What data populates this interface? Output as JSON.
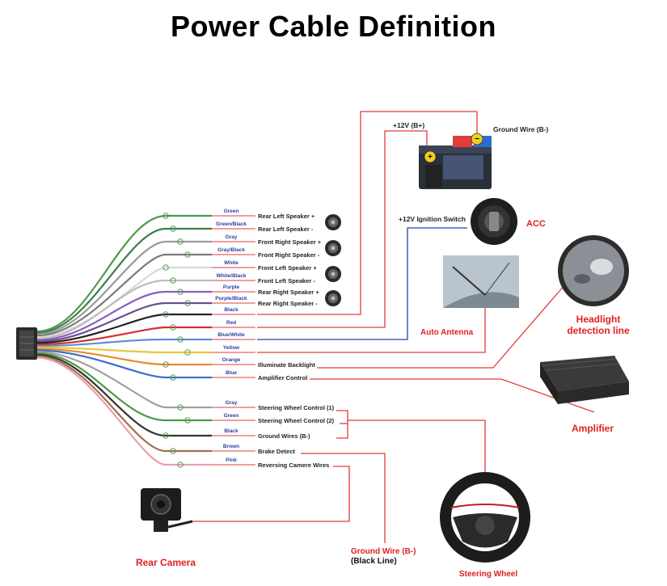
{
  "title": "Power Cable Definition",
  "wires": [
    {
      "name": "Green",
      "func": "Rear Left Speaker +",
      "color": "#4a9a4a",
      "label_color": "#2b3fa0"
    },
    {
      "name": "Green/Black",
      "func": "Rear Left Speaker -",
      "color": "#3f7f4a",
      "label_color": "#2b3fa0"
    },
    {
      "name": "Gray",
      "func": "Front Right Speaker +",
      "color": "#9a9a9a",
      "label_color": "#2b3fa0"
    },
    {
      "name": "Gray/Black",
      "func": "Front Right Speaker -",
      "color": "#7a7a7a",
      "label_color": "#2b3fa0"
    },
    {
      "name": "White",
      "func": "Front Left Speaker +",
      "color": "#d8d8d8",
      "label_color": "#2b3fa0"
    },
    {
      "name": "White/Black",
      "func": "Front Left Speaker -",
      "color": "#bdbdbd",
      "label_color": "#2b3fa0"
    },
    {
      "name": "Purple",
      "func": "Rear Right Speaker +",
      "color": "#8a5cc0",
      "label_color": "#2b3fa0"
    },
    {
      "name": "Purple/Black",
      "func": "Rear Right Speaker -",
      "color": "#6c4f8f",
      "label_color": "#2b3fa0"
    },
    {
      "name": "Black",
      "func": "",
      "color": "#222222",
      "label_color": "#2b3fa0"
    },
    {
      "name": "Red",
      "func": "",
      "color": "#d82c2c",
      "label_color": "#2b3fa0"
    },
    {
      "name": "Blue/White",
      "func": "",
      "color": "#5a8fd0",
      "label_color": "#2b3fa0"
    },
    {
      "name": "Yellow",
      "func": "",
      "color": "#e8c83a",
      "label_color": "#2b3fa0"
    },
    {
      "name": "Orange",
      "func": "Illuminate Backlight",
      "color": "#e88a30",
      "label_color": "#2b3fa0"
    },
    {
      "name": "Blue",
      "func": "Amplifier Control",
      "color": "#3a6fd0",
      "label_color": "#2b3fa0"
    },
    {
      "name": "Gray",
      "func": "Steering Wheel Control (1)",
      "color": "#a0a0a0",
      "label_color": "#2b3fa0"
    },
    {
      "name": "Green",
      "func": "Steering Wheel Control (2)",
      "color": "#4a9a4a",
      "label_color": "#2b3fa0"
    },
    {
      "name": "Black",
      "func": "Ground Wires (B-)",
      "color": "#333333",
      "label_color": "#2b3fa0"
    },
    {
      "name": "Brown",
      "func": "Brake Detect",
      "color": "#a07050",
      "label_color": "#2b3fa0"
    },
    {
      "name": "Pink",
      "func": "Reversing Camere Wires",
      "color": "#e8a0b0",
      "label_color": "#2b3fa0"
    }
  ],
  "labels": {
    "b_plus": "+12V  (B+)",
    "ground_wire": "Ground Wire (B-)",
    "ignition": "+12V  Ignition Switch",
    "acc": "ACC",
    "auto_antenna": "Auto Antenna",
    "headlight_1": "Headlight",
    "headlight_2": "detection line",
    "amplifier": "Amplifier",
    "ground_bottom_1": "Ground Wire (B-)",
    "ground_bottom_2": "(Black Line)",
    "rear_camera": "Rear Camera",
    "steering_wheel": "Steering Wheel"
  },
  "colors": {
    "line_red": "#e23c3c",
    "line_blue": "#2a3fb0",
    "label_red": "#e02020"
  }
}
